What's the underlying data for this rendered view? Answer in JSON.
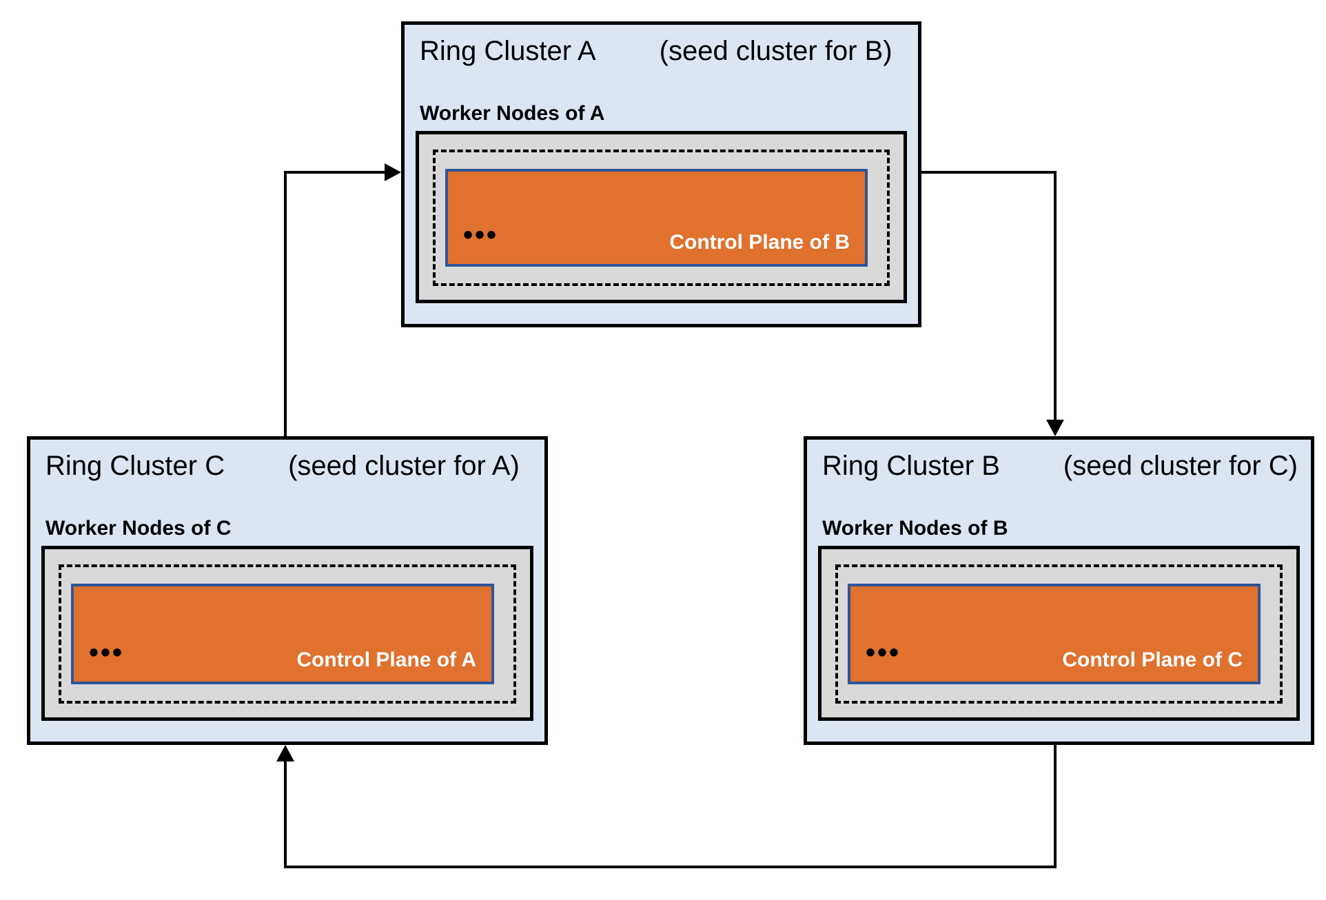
{
  "clusters": [
    {
      "name": "Ring Cluster A",
      "seed_note": "(seed cluster for B)",
      "worker_label": "Worker Nodes of A",
      "dots": "•••",
      "control_plane_label": "Control Plane of B"
    },
    {
      "name": "Ring Cluster C",
      "seed_note": "(seed cluster for A)",
      "worker_label": "Worker Nodes of C",
      "dots": "•••",
      "control_plane_label": "Control Plane of A"
    },
    {
      "name": "Ring Cluster B",
      "seed_note": "(seed cluster for C)",
      "worker_label": "Worker Nodes of B",
      "dots": "•••",
      "control_plane_label": "Control Plane of C"
    }
  ],
  "connections": [
    {
      "from": "Ring Cluster C",
      "to": "Ring Cluster A"
    },
    {
      "from": "Ring Cluster A",
      "to": "Ring Cluster B"
    },
    {
      "from": "Ring Cluster B",
      "to": "Ring Cluster C"
    }
  ],
  "colors": {
    "cluster_fill": "#DCE6F2",
    "worker_area_fill": "#D9D9D9",
    "control_plane_fill": "#E0712E",
    "control_plane_border": "#2F5597",
    "line": "#000000"
  }
}
